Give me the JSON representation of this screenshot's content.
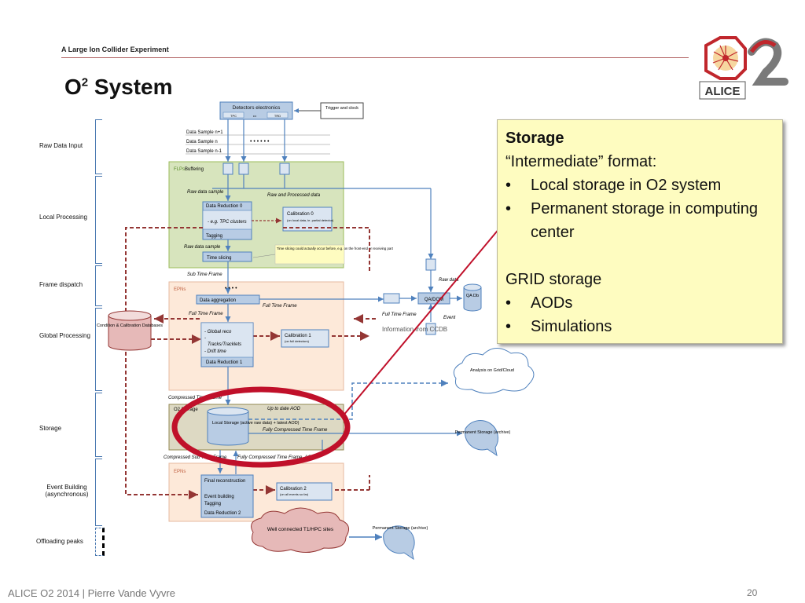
{
  "header": {
    "subtitle": "A Large Ion Collider Experiment",
    "title_main": "O",
    "title_sup": "2",
    "title_rest": " System",
    "logo_text": "ALICE"
  },
  "stages": [
    "Raw Data Input",
    "Local Processing",
    "Frame dispatch",
    "Global Processing",
    "Storage",
    "Event Building (asynchronous)",
    "Offloading peaks"
  ],
  "diagram": {
    "detectors": "Detectors electronics",
    "tpc": "TPC",
    "dots_small": "•••",
    "trd": "TRD",
    "trigger": "Trigger and clock",
    "sample_n1": "Data Sample n+1",
    "sample_n": "Data Sample n",
    "sample_nm1": "Data Sample n-1",
    "dots": "• • • • • •",
    "flps": "FLPs",
    "buffering": "Buffering",
    "raw_sample": "Raw data sample",
    "raw_processed": "Raw and Processed data",
    "dr0": "Data Reduction 0",
    "tpc_clusters": "- e.g. TPC clusters",
    "tagging": "Tagging",
    "calib0": "Calibration 0",
    "calib0_sub": "(on local data, ie. partial detector)",
    "raw_sample2": "Raw data sample",
    "time_slicing": "Time slicing",
    "time_note": "Time slicing could actually occur before, e.g. on the front-end or receiving part",
    "sub_tf": "Sub Time Frame",
    "epns": "EPNs",
    "epn_dots": "• • • •",
    "aggregation": "Data aggregation",
    "full_tf": "Full Time Frame",
    "full_tf2": "Full Time Frame",
    "full_tf3": "Full Time Frame",
    "ccdb": "Condition & Calibration Databases",
    "global_reco": "- Global reco",
    "dash": "-",
    "tracks": "Tracks/Tracklets",
    "drift": "- Drift time",
    "dr1": "Data Reduction 1",
    "calib1": "Calibration 1",
    "calib1_sub": "(on full detectors)",
    "raw_data": "Raw data",
    "qadqm": "QA/DQM",
    "qadb": "QA Db",
    "event": "Event",
    "info_ccdb": "Information from CCDB",
    "compressed_tf": "Compressed Time Frame",
    "o2_storage": "O2 Storage",
    "up_to_date": "Up to date AOD",
    "local_storage": "Local Storage (active raw data) + latest AOD)",
    "fully_ctf": "Fully Compressed Time Frame",
    "compressed_sub": "Compressed Sub Time Frame",
    "fully_ctf_aod": "Fully Compressed Time Frame, AOD",
    "epns2": "EPNs",
    "final_reco": "Final reconstruction",
    "event_building": "Event building",
    "tagging2": "Tagging",
    "dr2": "Data Reduction 2",
    "calib2": "Calibration 2",
    "calib2_sub": "(on all events so far)",
    "analysis": "Analysis on Grid/Cloud",
    "perm1": "Permanent Storage (archive)",
    "perm2": "Permanent Storage (archive)",
    "t1": "Well connected T1/HPC sites"
  },
  "callout": {
    "heading": "Storage",
    "line1": "“Intermediate” format:",
    "b1": "Local storage in O2 system",
    "b2": "Permanent storage in computing center",
    "line2": "GRID storage",
    "b3": "AODs",
    "b4": "Simulations",
    "bullet": "•"
  },
  "footer": {
    "text": "ALICE O2  2014 |  Pierre Vande Vyvre",
    "page": "20"
  }
}
